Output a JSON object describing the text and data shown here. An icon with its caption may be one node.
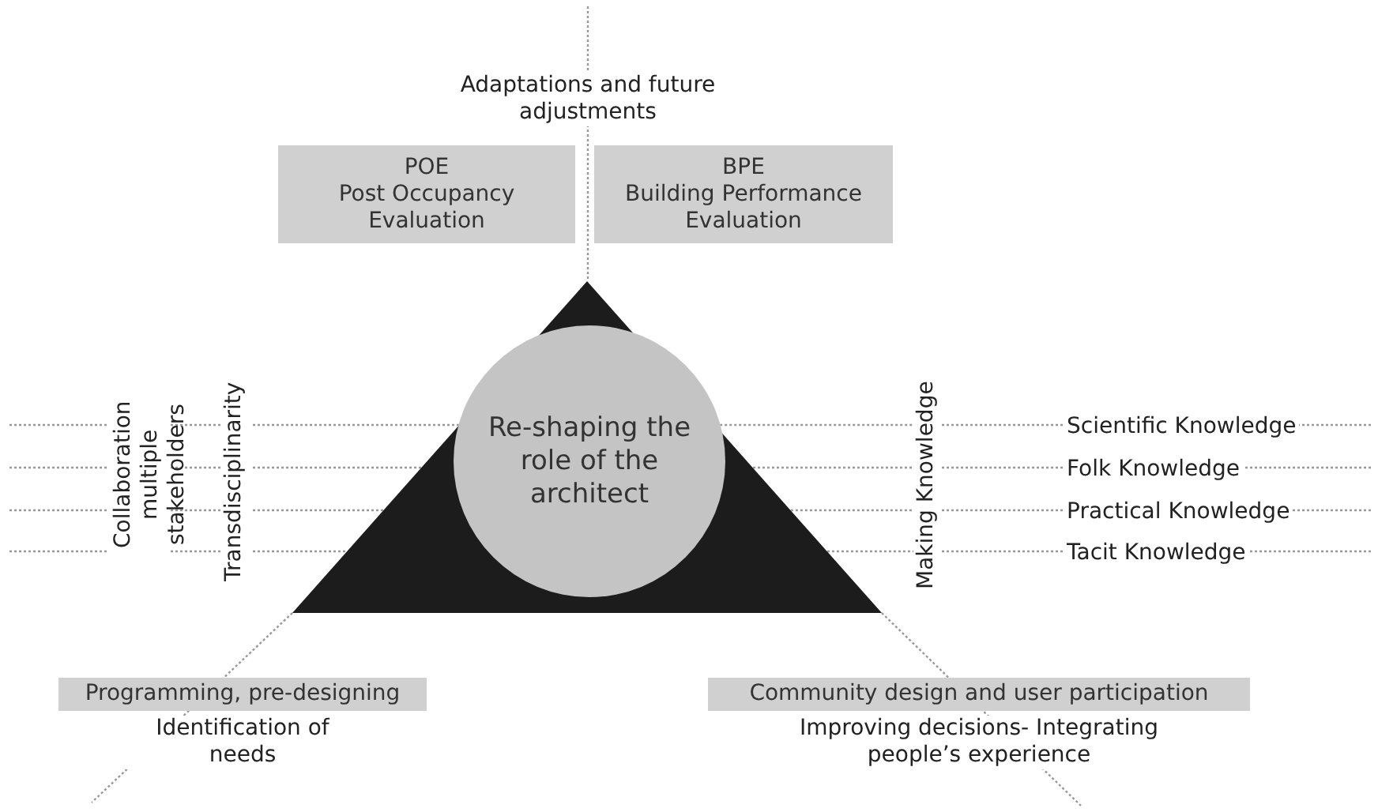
{
  "diagram": {
    "nodes": [
      {
        "text": [],
        "shape": "triangle"
      },
      {
        "text": [
          "Re-shaping the role of the architect"
        ],
        "in": 0
      },
      {
        "text": [
          "POE",
          "Post Occupancy Evaluation"
        ]
      },
      {
        "text": [
          "BPE",
          "Building Performance Evaluation"
        ]
      },
      {
        "text": [
          "Programming, pre-designing"
        ],
        "beside": [
          "Identification of needs"
        ]
      },
      {
        "text": [
          "Community design and user participation"
        ],
        "beside": [
          "Improving decisions- Integrating people’s experience"
        ]
      }
    ],
    "labels": [
      "Adaptations and future adjustments",
      "Collaboration multiple stakeholders",
      "Transdisciplinarity",
      "Making Knowledge",
      "Scientific Knowledge",
      "Folk Knowledge",
      "Practical Knowledge",
      "Tacit Knowledge"
    ]
  }
}
